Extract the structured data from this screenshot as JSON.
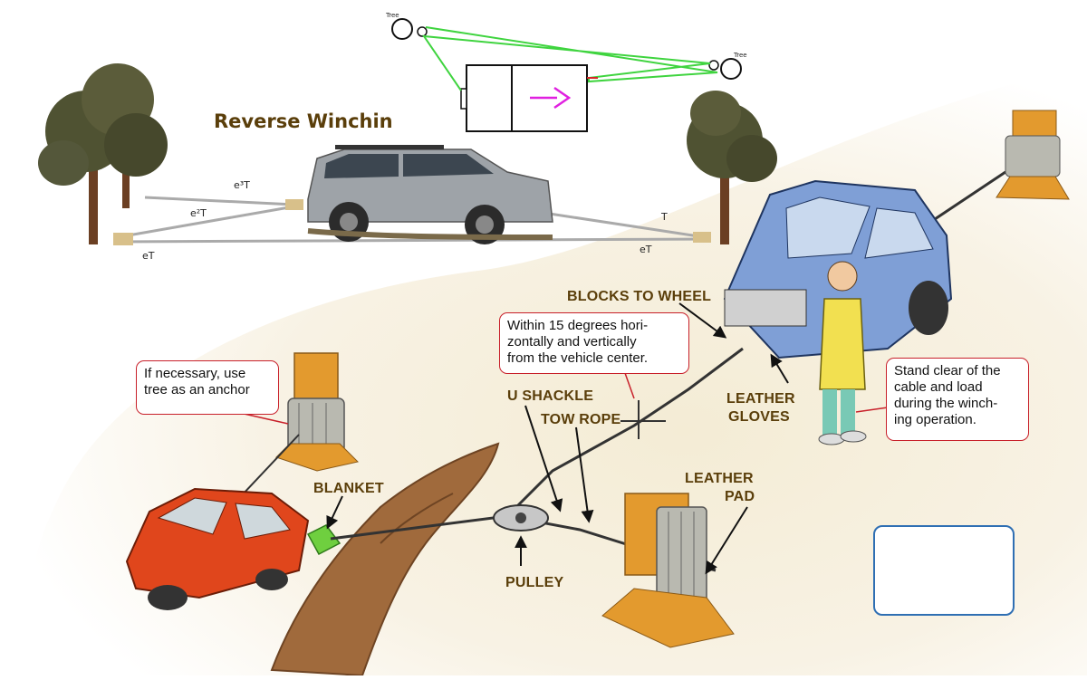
{
  "title": "Reverse Winchin",
  "top_diagram": {
    "tree_left_label": "Tree",
    "tree_right_label": "Tree"
  },
  "winch_photo": {
    "labels": [
      "e³T",
      "e²T",
      "eT",
      "T",
      "eT"
    ]
  },
  "labels": {
    "blocks_to_wheel": "BLOCKS TO WHEEL",
    "u_shackle": "U SHACKLE",
    "tow_rope": "TOW ROPE",
    "leather_gloves_1": "LEATHER",
    "leather_gloves_2": "GLOVES",
    "blanket": "BLANKET",
    "leather_pad_1": "LEATHER",
    "leather_pad_2": "PAD",
    "pulley": "PULLEY"
  },
  "callouts": {
    "angle": [
      "Within 15 degrees hori-",
      "zontally and vertically",
      "from the vehicle center."
    ],
    "anchor": [
      "If necessary, use",
      "tree as an anchor"
    ],
    "stand_clear": [
      "Stand clear of the",
      "cable and load",
      "during the winch-",
      "ing operation."
    ]
  },
  "legend": {
    "correct_icon": "circle-correct-icon",
    "wrong_icon": "cross-wrong-icon",
    "colors": {
      "border": "#2f6fb3",
      "mark": "#d62828"
    }
  },
  "colors": {
    "title": "#5a3e0a",
    "callout_border": "#c8202a",
    "rope_green": "#3fd43f",
    "arrow_magenta": "#e020e0"
  }
}
